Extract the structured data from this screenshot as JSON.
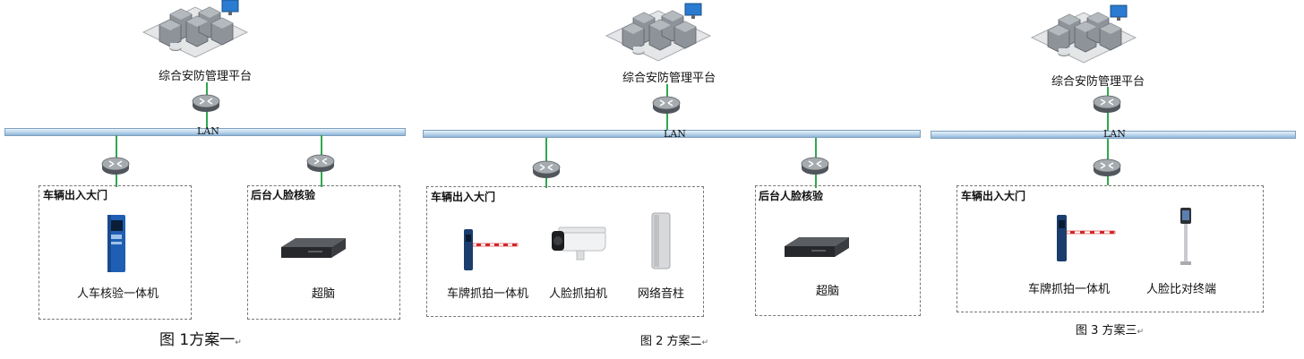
{
  "lan_label": "LAN",
  "colors": {
    "link": "#2fa84f",
    "lan": "#b9d4ea",
    "barrier_stripe": "#d2262a"
  },
  "schemes": [
    {
      "platform_label": "综合安防管理平台",
      "groups": [
        {
          "title": "车辆出入大门",
          "devices": [
            {
              "label": "人车核验一体机",
              "icon": "kiosk-icon"
            }
          ]
        },
        {
          "title": "后台人脸核验",
          "devices": [
            {
              "label": "超脑",
              "icon": "nvr-icon"
            }
          ]
        }
      ],
      "caption": "图 1方案一"
    },
    {
      "platform_label": "综合安防管理平台",
      "groups": [
        {
          "title": "车辆出入大门",
          "devices": [
            {
              "label": "车牌抓拍一体机",
              "icon": "barrier-gate-icon"
            },
            {
              "label": "人脸抓拍机",
              "icon": "bullet-camera-icon"
            },
            {
              "label": "网络音柱",
              "icon": "column-speaker-icon"
            }
          ]
        },
        {
          "title": "后台人脸核验",
          "devices": [
            {
              "label": "超脑",
              "icon": "nvr-icon"
            }
          ]
        }
      ],
      "caption": "图 2 方案二"
    },
    {
      "platform_label": "综合安防管理平台",
      "groups": [
        {
          "title": "车辆出入大门",
          "devices": [
            {
              "label": "车牌抓拍一体机",
              "icon": "barrier-gate-icon"
            },
            {
              "label": "人脸比对终端",
              "icon": "face-terminal-icon"
            }
          ]
        }
      ],
      "caption": "图 3 方案三"
    }
  ]
}
